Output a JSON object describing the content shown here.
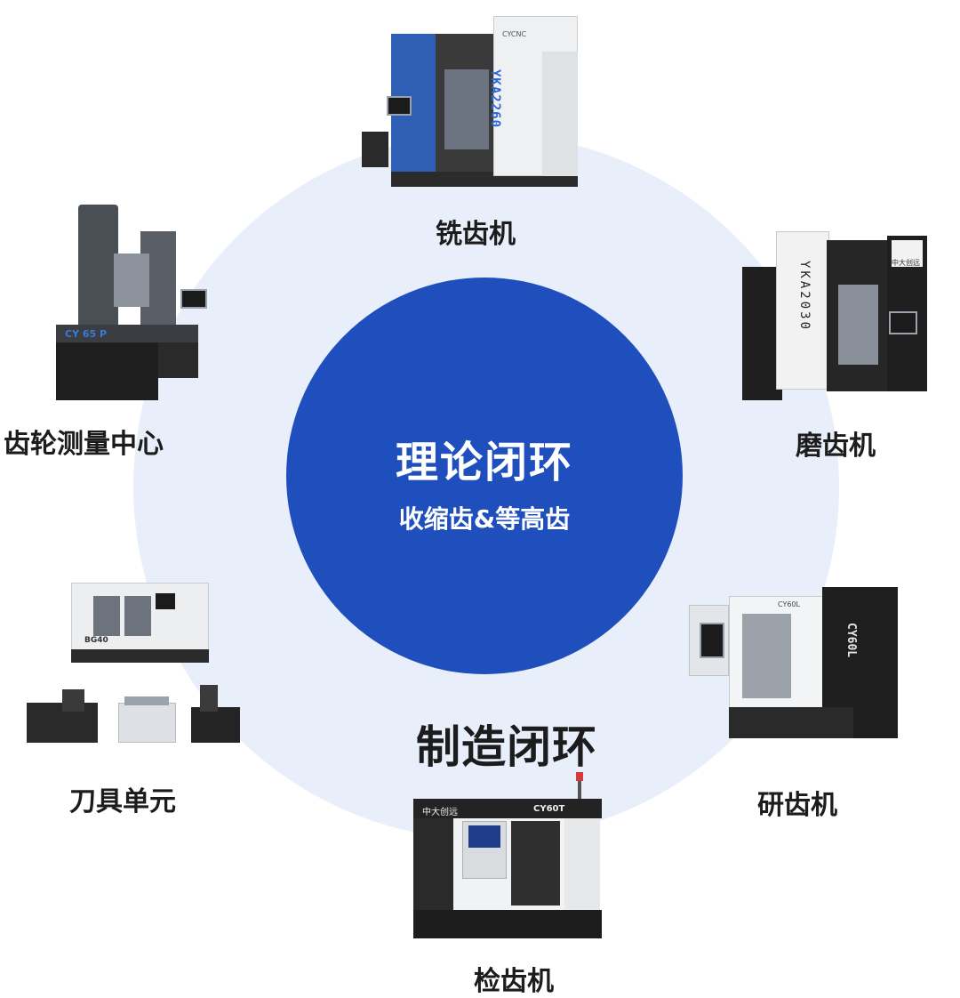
{
  "center": {
    "title": "理论闭环",
    "subtitle": "收缩齿&等高齿"
  },
  "ring_title": "制造闭环",
  "machines": {
    "milling": {
      "label": "铣齿机",
      "model": "YKA2260",
      "brand": "CYCNC"
    },
    "grinding": {
      "label": "磨齿机",
      "model": "YKA2030",
      "brand": "中大创远"
    },
    "lapping": {
      "label": "研齿机",
      "model": "CY60L",
      "brand": "CY60L"
    },
    "testing": {
      "label": "检齿机",
      "model": "CY60T",
      "brand": "中大创远"
    },
    "tooling": {
      "label": "刀具单元",
      "model": "BG40"
    },
    "measuring": {
      "label": "齿轮测量中心",
      "model": "CY 65 P"
    }
  },
  "colors": {
    "center_blue": "#1e4fbd",
    "ring_fill": "#e9eefb",
    "accent_blue": "#2a66d6"
  }
}
